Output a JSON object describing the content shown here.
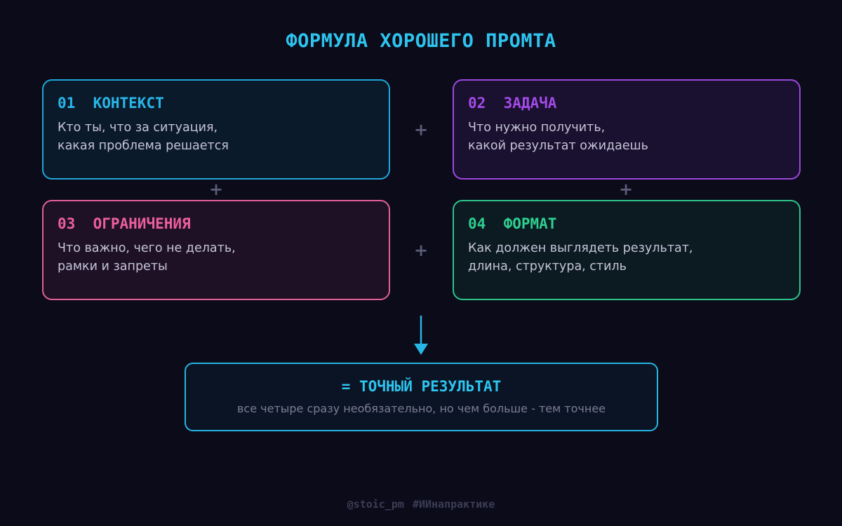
{
  "title": "ФОРМУЛА ХОРОШЕГО ПРОМТА",
  "cards": [
    {
      "num": "01",
      "label": "КОНТЕКСТ",
      "lines": [
        "Кто ты, что за ситуация,",
        "какая проблема решается"
      ],
      "accent": "#29b6e8",
      "border": "#1fa6d8",
      "bg": "#0b1a2b"
    },
    {
      "num": "02",
      "label": "ЗАДАЧА",
      "lines": [
        "Что нужно получить,",
        "какой результат ожидаешь"
      ],
      "accent": "#a24be6",
      "border": "#9b48de",
      "bg": "#1a1030"
    },
    {
      "num": "03",
      "label": "ОГРАНИЧЕНИЯ",
      "lines": [
        "Что важно, чего не делать,",
        "рамки и запреты"
      ],
      "accent": "#ec5f9c",
      "border": "#e0609a",
      "bg": "#1e1126"
    },
    {
      "num": "04",
      "label": "ФОРМАТ",
      "lines": [
        "Как должен выглядеть результат,",
        "длина, структура, стиль"
      ],
      "accent": "#2ecf8f",
      "border": "#2dc48a",
      "bg": "#0c1a22"
    }
  ],
  "plus_symbol": "+",
  "result": {
    "title": "= ТОЧНЫЙ РЕЗУЛЬТАТ",
    "subtitle": "все четыре сразу необязательно, но чем больше - тем точнее"
  },
  "footer": {
    "handle": "@stoic_pm",
    "hashtag": "#ИИнапрактике"
  },
  "colors": {
    "background": "#0b0b19",
    "title": "#2ec4ee",
    "plus": "#5c5c7a",
    "arrow": "#26b6e6"
  }
}
